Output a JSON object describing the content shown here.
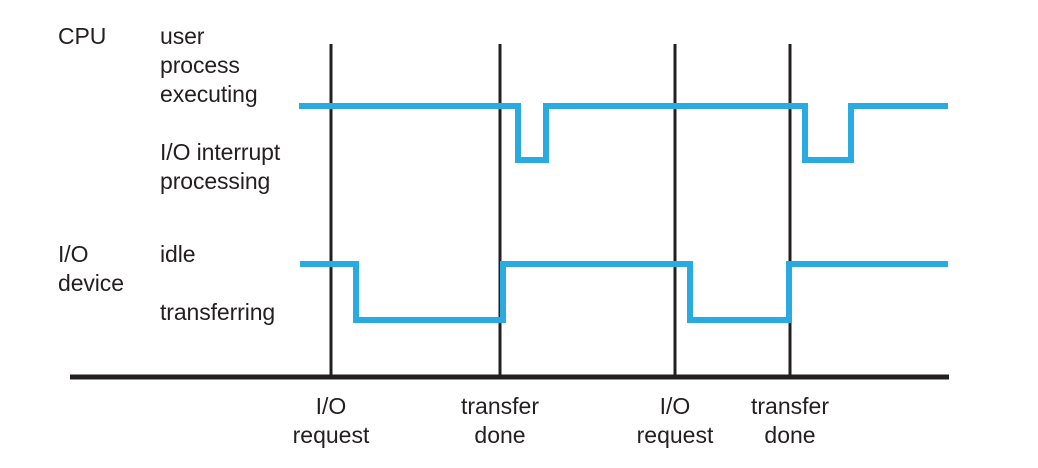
{
  "figure": {
    "title": "",
    "groups": [
      {
        "name": "CPU",
        "label": "CPU"
      },
      {
        "name": "I/O device",
        "label": "I/O\ndevice"
      }
    ],
    "cpu_states": {
      "high_label": "user\nprocess\nexecuting",
      "low_label": "I/O interrupt\nprocessing"
    },
    "io_states": {
      "high_label": "idle",
      "low_label": "transferring"
    },
    "event_labels": [
      "I/O\nrequest",
      "transfer\ndone",
      "I/O\nrequest",
      "transfer\ndone"
    ],
    "colors": {
      "waveform": "#29abe2",
      "axis": "#231f20",
      "text": "#231f20",
      "background": "#ffffff"
    }
  },
  "chart_data": {
    "type": "line",
    "title": "",
    "xlabel": "",
    "ylabel": "",
    "grid": false,
    "legend": "none",
    "description": "Two-track timing waveform diagram showing CPU activity and I/O device activity across four marked events.",
    "xlim": [
      70,
      949
    ],
    "ylim": [
      44,
      377
    ],
    "event_markers": [
      {
        "label": "I/O request",
        "x": 331
      },
      {
        "label": "transfer done",
        "x": 500
      },
      {
        "label": "I/O request",
        "x": 675
      },
      {
        "label": "transfer done",
        "x": 790
      }
    ],
    "series": [
      {
        "name": "CPU",
        "high_state": "user process executing",
        "low_state": "I/O interrupt processing",
        "high_y": 106,
        "low_y": 160,
        "points": [
          {
            "x": 299,
            "state": "high"
          },
          {
            "x": 518,
            "state": "high"
          },
          {
            "x": 518,
            "state": "low"
          },
          {
            "x": 546,
            "state": "low"
          },
          {
            "x": 546,
            "state": "high"
          },
          {
            "x": 805,
            "state": "high"
          },
          {
            "x": 805,
            "state": "low"
          },
          {
            "x": 851,
            "state": "low"
          },
          {
            "x": 851,
            "state": "high"
          },
          {
            "x": 948,
            "state": "high"
          }
        ]
      },
      {
        "name": "I/O device",
        "high_state": "idle",
        "low_state": "transferring",
        "high_y": 264,
        "low_y": 320,
        "points": [
          {
            "x": 300,
            "state": "high"
          },
          {
            "x": 356,
            "state": "high"
          },
          {
            "x": 356,
            "state": "low"
          },
          {
            "x": 503,
            "state": "low"
          },
          {
            "x": 503,
            "state": "high"
          },
          {
            "x": 690,
            "state": "high"
          },
          {
            "x": 690,
            "state": "low"
          },
          {
            "x": 789,
            "state": "low"
          },
          {
            "x": 789,
            "state": "high"
          },
          {
            "x": 948,
            "state": "high"
          }
        ]
      }
    ]
  }
}
